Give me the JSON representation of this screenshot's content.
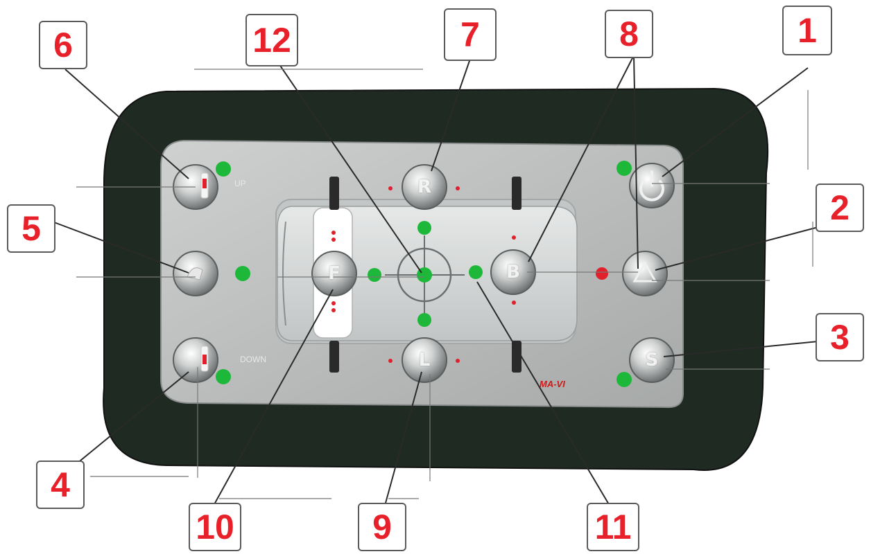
{
  "callouts": [
    "1",
    "2",
    "3",
    "4",
    "5",
    "6",
    "7",
    "8",
    "9",
    "10",
    "11",
    "12"
  ],
  "buttons": {
    "rear": "R",
    "front": "F",
    "back": "B",
    "left": "L",
    "store": "S"
  },
  "labels": {
    "up": "UP",
    "down": "DOWN",
    "brand": "MA-VI"
  },
  "colors": {
    "callout_text": "#e8202a",
    "led_green": "#1db83a",
    "led_red": "#e0202a",
    "housing": "#1f2a22",
    "faceplate": "#b9bbbb"
  },
  "icons": [
    "power-icon",
    "warning-triangle-icon",
    "hand-icon",
    "level-bar-icon"
  ]
}
